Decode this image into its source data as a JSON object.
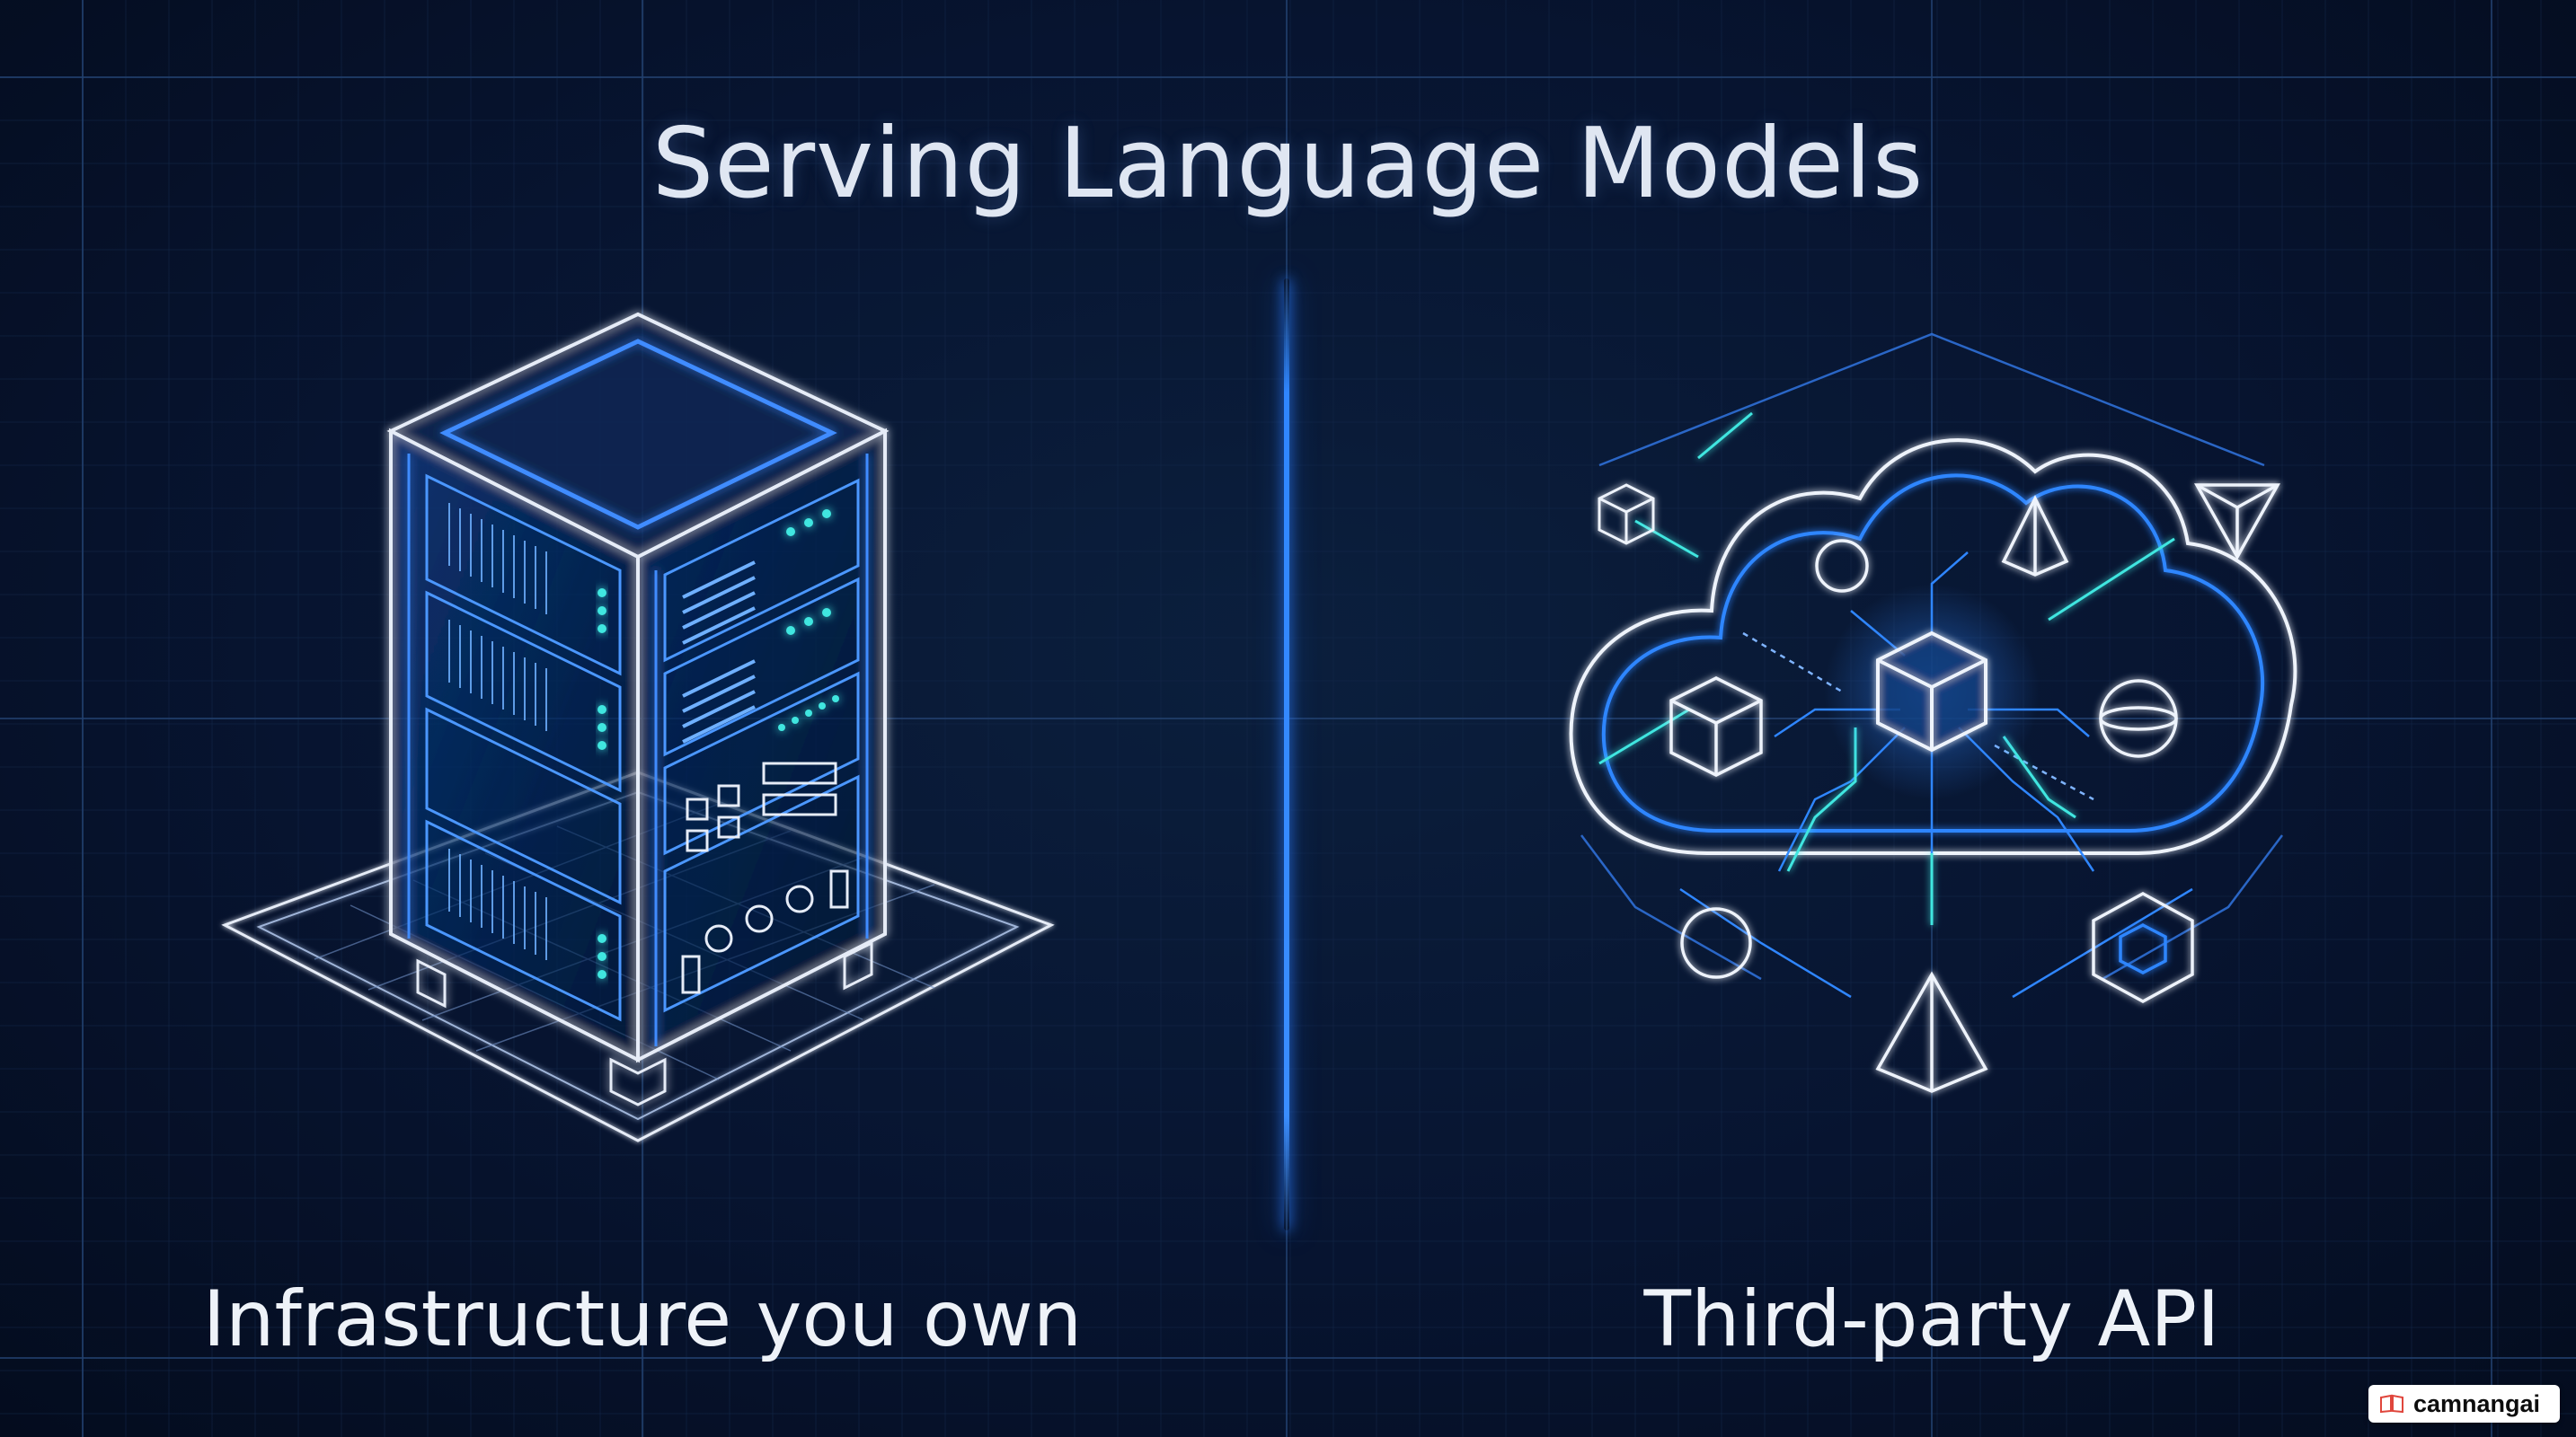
{
  "title": "Serving Language Models",
  "left": {
    "label": "Infrastructure you own",
    "illustration": "server-rack-icon"
  },
  "right": {
    "label": "Third-party API",
    "illustration": "cloud-network-icon"
  },
  "watermark": {
    "text": "camnangai",
    "icon": "book-icon"
  },
  "colors": {
    "background": "#06122a",
    "grid": "#1a2f55",
    "accent_blue": "#2f86ff",
    "accent_cyan": "#3fe6e0",
    "line_white": "#e8eef8"
  }
}
